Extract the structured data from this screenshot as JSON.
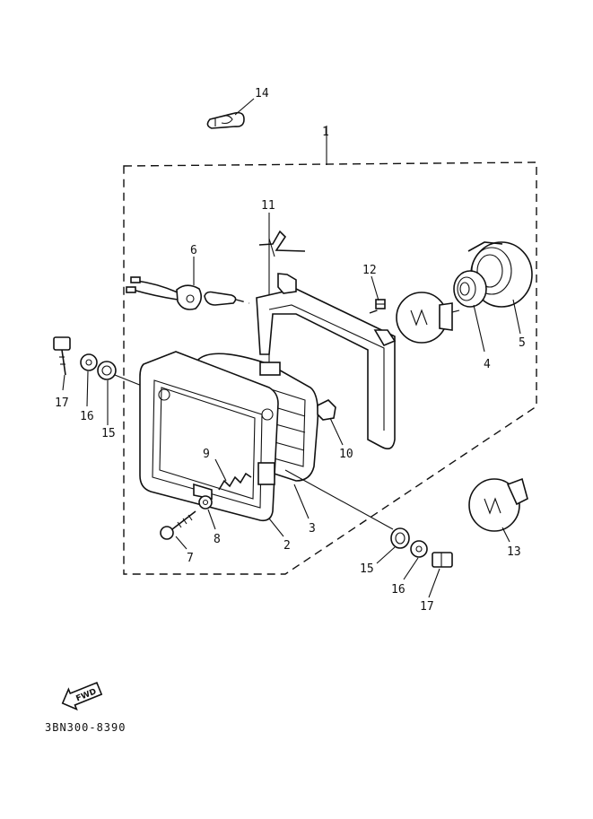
{
  "diagram": {
    "part_numbers": [
      "1",
      "2",
      "3",
      "4",
      "5",
      "6",
      "7",
      "8",
      "9",
      "10",
      "11",
      "12",
      "13",
      "14",
      "15",
      "16",
      "17",
      "15",
      "16",
      "17"
    ],
    "direction_badge": "FWD",
    "drawing_code": "3BN300-8390"
  }
}
